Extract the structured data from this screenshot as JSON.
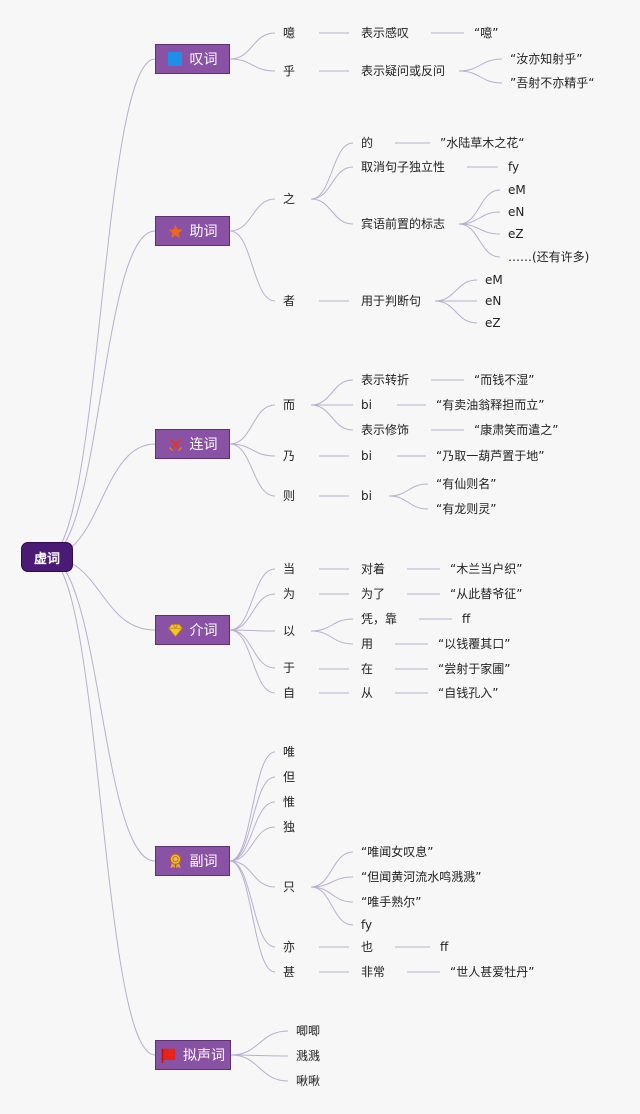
{
  "root": {
    "label": "虚词"
  },
  "categories": [
    {
      "label": "叹词",
      "icon": "blue-square-icon",
      "children": [
        {
          "label": "噫",
          "children": [
            {
              "label": "表示感叹",
              "children": [
                {
                  "label": "“噫”"
                }
              ]
            }
          ]
        },
        {
          "label": "乎",
          "children": [
            {
              "label": "表示疑问或反问",
              "children": [
                {
                  "label": "“汝亦知射乎”"
                },
                {
                  "label": "”吾射不亦精乎“"
                }
              ]
            }
          ]
        }
      ]
    },
    {
      "label": "助词",
      "icon": "star-icon",
      "children": [
        {
          "label": "之",
          "children": [
            {
              "label": "的",
              "children": [
                {
                  "label": "”水陆草木之花“"
                }
              ]
            },
            {
              "label": "取消句子独立性",
              "children": [
                {
                  "label": "fy"
                }
              ]
            },
            {
              "label": "宾语前置的标志",
              "children": [
                {
                  "label": "eM"
                },
                {
                  "label": "eN"
                },
                {
                  "label": "eZ"
                },
                {
                  "label": "……(还有许多)"
                }
              ]
            }
          ]
        },
        {
          "label": "者",
          "children": [
            {
              "label": "用于判断句",
              "children": [
                {
                  "label": "eM"
                },
                {
                  "label": "eN"
                },
                {
                  "label": "eZ"
                }
              ]
            }
          ]
        }
      ]
    },
    {
      "label": "连词",
      "icon": "crossed-swords-icon",
      "children": [
        {
          "label": "而",
          "children": [
            {
              "label": "表示转折",
              "children": [
                {
                  "label": "“而钱不湿”"
                }
              ]
            },
            {
              "label": "bi",
              "children": [
                {
                  "label": "“有卖油翁释担而立”"
                }
              ]
            },
            {
              "label": "表示修饰",
              "children": [
                {
                  "label": "“康肃笑而遣之”"
                }
              ]
            }
          ]
        },
        {
          "label": "乃",
          "children": [
            {
              "label": "bi",
              "children": [
                {
                  "label": "“乃取一葫芦置于地”"
                }
              ]
            }
          ]
        },
        {
          "label": "则",
          "children": [
            {
              "label": "bi",
              "children": [
                {
                  "label": "“有仙则名”"
                },
                {
                  "label": "“有龙则灵”"
                }
              ]
            }
          ]
        }
      ]
    },
    {
      "label": "介词",
      "icon": "diamond-icon",
      "children": [
        {
          "label": "当",
          "children": [
            {
              "label": "对着",
              "children": [
                {
                  "label": "“木兰当户织”"
                }
              ]
            }
          ]
        },
        {
          "label": "为",
          "children": [
            {
              "label": "为了",
              "children": [
                {
                  "label": "“从此替爷征”"
                }
              ]
            }
          ]
        },
        {
          "label": "以",
          "children": [
            {
              "label": "凭，靠",
              "children": [
                {
                  "label": "ff"
                }
              ]
            },
            {
              "label": "用",
              "children": [
                {
                  "label": "“以钱覆其口”"
                }
              ]
            }
          ]
        },
        {
          "label": "于",
          "children": [
            {
              "label": "在",
              "children": [
                {
                  "label": "“尝射于家圃”"
                }
              ]
            }
          ]
        },
        {
          "label": "自",
          "children": [
            {
              "label": "从",
              "children": [
                {
                  "label": "“自钱孔入”"
                }
              ]
            }
          ]
        }
      ]
    },
    {
      "label": "副词",
      "icon": "medal-icon",
      "children": [
        {
          "label": "唯",
          "children": []
        },
        {
          "label": "但",
          "children": []
        },
        {
          "label": "惟",
          "children": []
        },
        {
          "label": "独",
          "children": []
        },
        {
          "label": "只",
          "children": [
            {
              "label": "“唯闻女叹息”",
              "children": []
            },
            {
              "label": "“但闻黄河流水鸣溅溅”",
              "children": []
            },
            {
              "label": "“唯手熟尔”",
              "children": []
            },
            {
              "label": "fy",
              "children": []
            }
          ]
        },
        {
          "label": "亦",
          "children": [
            {
              "label": "也",
              "children": [
                {
                  "label": "ff"
                }
              ]
            }
          ]
        },
        {
          "label": "甚",
          "children": [
            {
              "label": "非常",
              "children": [
                {
                  "label": "“世人甚爱牡丹”"
                }
              ]
            }
          ]
        }
      ]
    },
    {
      "label": "拟声词",
      "icon": "red-flag-icon",
      "children": [
        {
          "label": "唧唧",
          "children": []
        },
        {
          "label": "溅溅",
          "children": []
        },
        {
          "label": "啾啾",
          "children": []
        }
      ]
    }
  ],
  "colors": {
    "background": "#f7f7f7",
    "root_fill": "#4b1a74",
    "category_fill": "#8a52a4",
    "line": "#b8afd0",
    "text": "#222222"
  }
}
